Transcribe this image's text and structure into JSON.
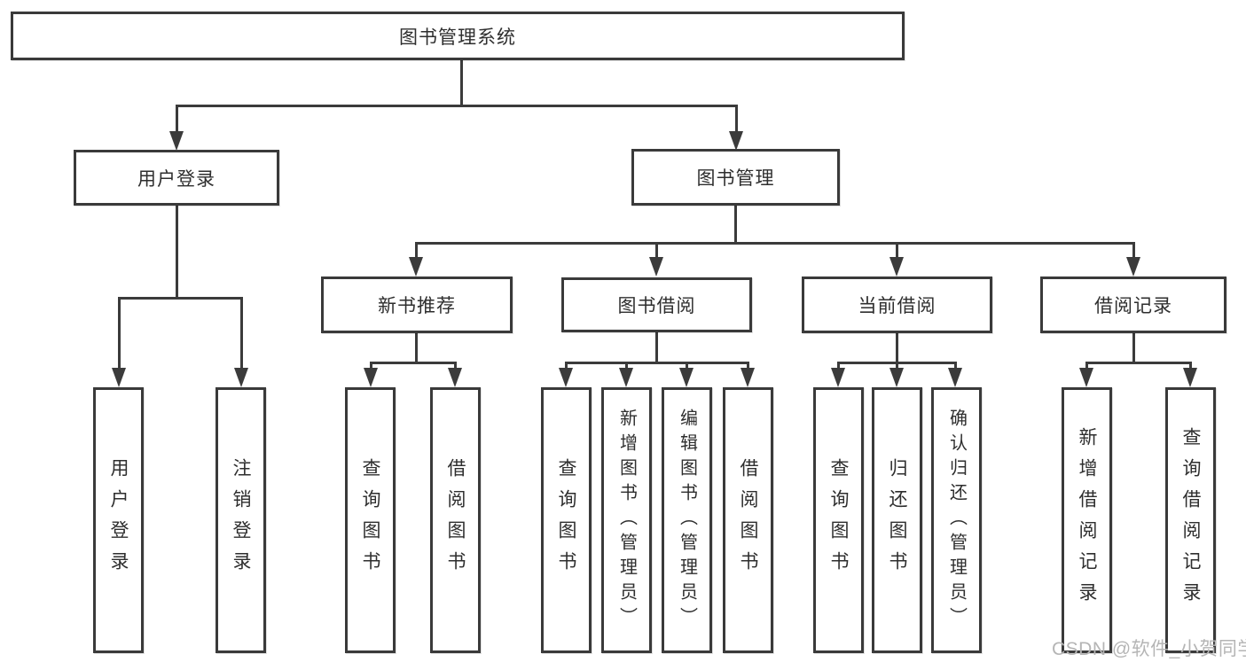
{
  "root": {
    "label": "图书管理系统"
  },
  "level2": {
    "user_login": {
      "label": "用户登录"
    },
    "book_mgmt": {
      "label": "图书管理"
    }
  },
  "level3": {
    "new_book_rec": {
      "label": "新书推荐"
    },
    "book_borrow": {
      "label": "图书借阅"
    },
    "current_borrow": {
      "label": "当前借阅"
    },
    "borrow_records": {
      "label": "借阅记录"
    }
  },
  "leaves": {
    "login": {
      "label": "用户登录"
    },
    "logout": {
      "label": "注销登录"
    },
    "rec_query_books": {
      "label": "查询图书"
    },
    "rec_borrow_books": {
      "label": "借阅图书"
    },
    "bb_query_books": {
      "label": "查询图书"
    },
    "bb_add_books": {
      "label": "新增图书（管理员）"
    },
    "bb_edit_books": {
      "label": "编辑图书（管理员）"
    },
    "bb_borrow_books": {
      "label": "借阅图书"
    },
    "cb_query_books": {
      "label": "查询图书"
    },
    "cb_return_books": {
      "label": "归还图书"
    },
    "cb_confirm_return": {
      "label": "确认归还（管理员）"
    },
    "br_add_record": {
      "label": "新增借阅记录"
    },
    "br_query_record": {
      "label": "查询借阅记录"
    }
  },
  "watermark": {
    "text": "CSDN @软件_小贺同学"
  },
  "colors": {
    "line": "#3b3b3b",
    "border": "#3a3a3a",
    "text": "#2e2e2e",
    "watermark": "#b5b5b5",
    "background": "#ffffff"
  }
}
